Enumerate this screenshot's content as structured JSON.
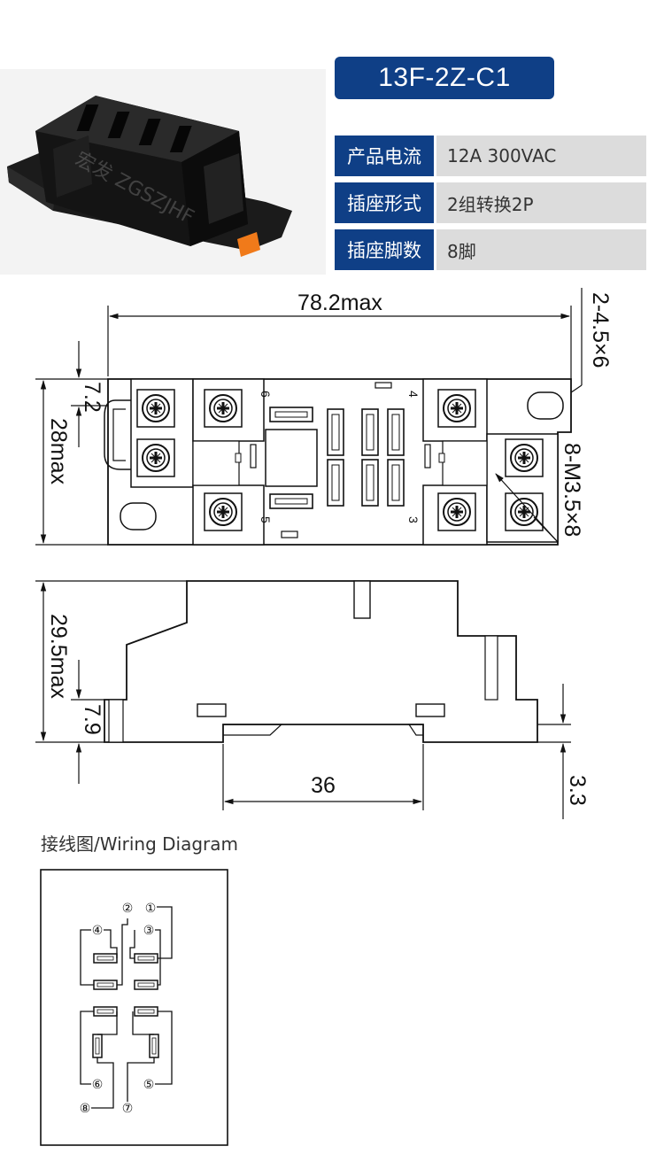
{
  "product": {
    "model": "13F-2Z-C1",
    "watermark": "宏发 ZGSZJHF"
  },
  "specs": [
    {
      "label": "产品电流",
      "value": "12A 300VAC"
    },
    {
      "label": "插座形式",
      "value": "2组转换2P"
    },
    {
      "label": "插座脚数",
      "value": "8脚"
    }
  ],
  "top_view": {
    "overall_width": "78.2max",
    "hole_callout": "2-4.5×6",
    "top_offset": "7.2",
    "overall_height": "28max",
    "screw_callout": "8-M3.5×8",
    "terminal_labels": [
      "6",
      "4",
      "5",
      "3"
    ]
  },
  "side_view": {
    "height": "29.5max",
    "foot_height": "7.9",
    "rail_width": "36",
    "rail_thickness": "3.3"
  },
  "wiring": {
    "caption": "接线图/Wiring Diagram",
    "terminals": [
      "①",
      "②",
      "③",
      "④",
      "⑤",
      "⑥",
      "⑦",
      "⑧"
    ]
  },
  "colors": {
    "accent": "#0f3f86",
    "spec_value_bg": "#dcdcdc",
    "socket_body": "#1c1c1c",
    "release_tab": "#f07a1a"
  }
}
